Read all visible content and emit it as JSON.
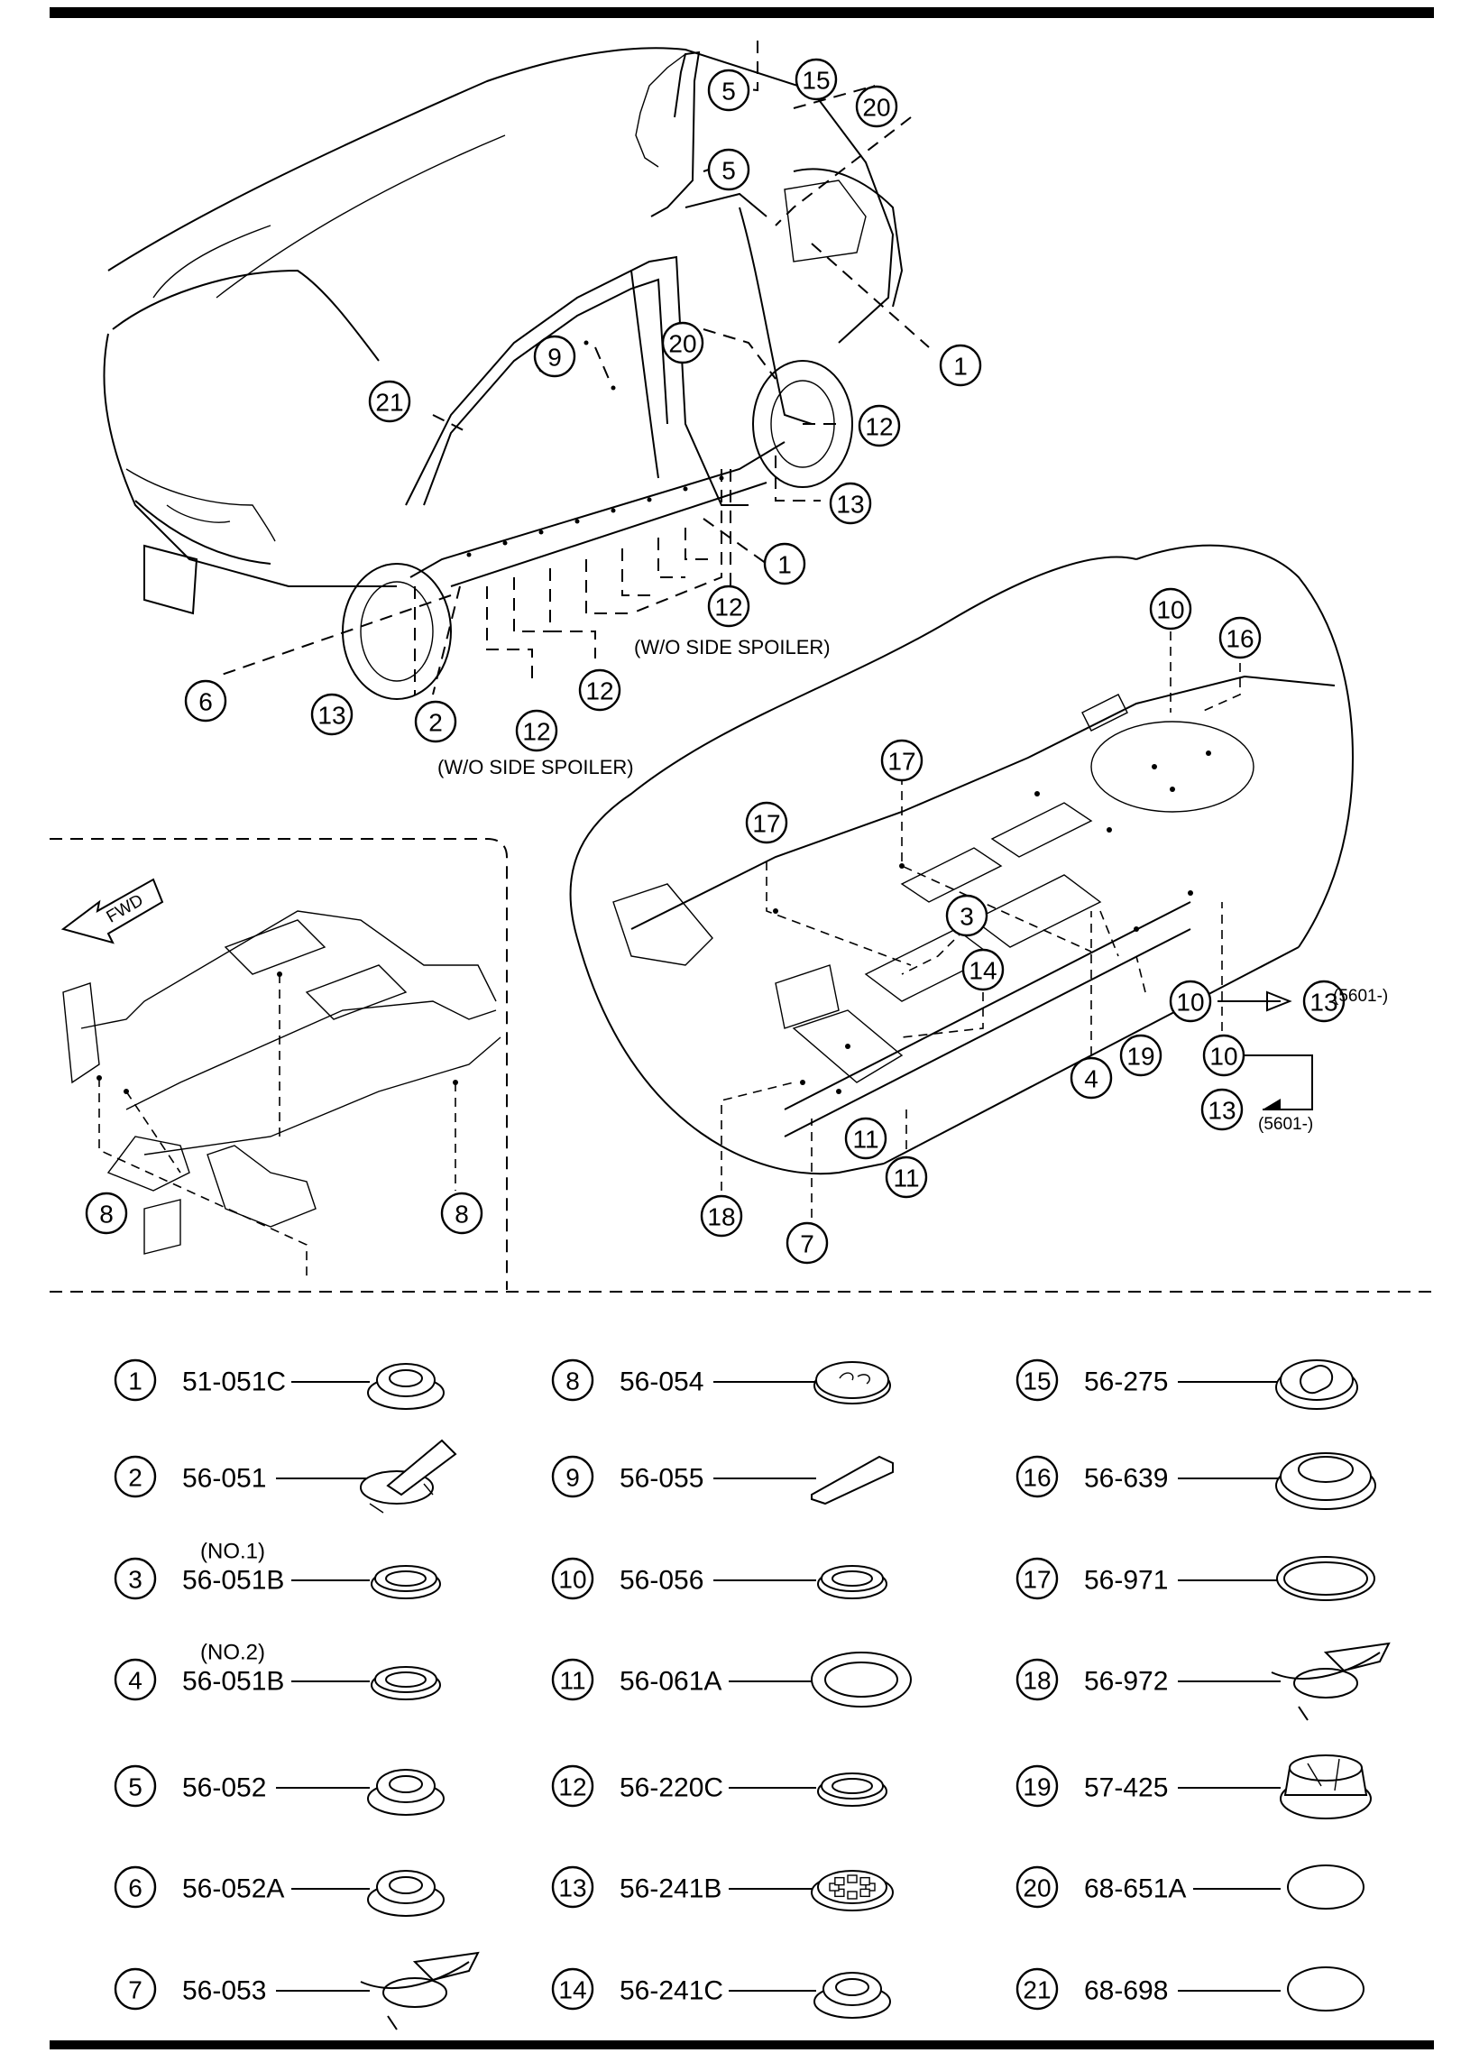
{
  "callouts": {
    "car": [
      {
        "no": "5"
      },
      {
        "no": "15"
      },
      {
        "no": "20"
      },
      {
        "no": "5"
      },
      {
        "no": "20"
      },
      {
        "no": "1"
      },
      {
        "no": "9"
      },
      {
        "no": "21"
      },
      {
        "no": "12"
      },
      {
        "no": "13"
      },
      {
        "no": "1"
      },
      {
        "no": "12"
      },
      {
        "no": "6"
      },
      {
        "no": "13"
      },
      {
        "no": "2"
      },
      {
        "no": "12"
      },
      {
        "no": "12"
      }
    ],
    "underbody": [
      {
        "no": "10"
      },
      {
        "no": "16"
      },
      {
        "no": "17"
      },
      {
        "no": "17"
      },
      {
        "no": "3"
      },
      {
        "no": "14"
      },
      {
        "no": "10"
      },
      {
        "no": "13"
      },
      {
        "no": "19"
      },
      {
        "no": "4"
      },
      {
        "no": "10"
      },
      {
        "no": "13"
      },
      {
        "no": "11"
      },
      {
        "no": "11"
      },
      {
        "no": "18"
      },
      {
        "no": "7"
      }
    ],
    "inset": [
      {
        "no": "8"
      },
      {
        "no": "8"
      }
    ]
  },
  "notes": {
    "wo_side_spoiler_1": "(W/O SIDE SPOILER)",
    "wo_side_spoiler_2": "(W/O SIDE SPOILER)",
    "serial_1": "(5601-)",
    "serial_2": "(5601-)",
    "fwd": "FWD"
  },
  "legend": [
    {
      "no": "1",
      "part": "51-051C",
      "prefix": "",
      "icon": "grommet-stepped-icon"
    },
    {
      "no": "2",
      "part": "56-051",
      "prefix": "",
      "icon": "plug-with-cable-icon"
    },
    {
      "no": "3",
      "part": "56-051B",
      "prefix": "(NO.1)",
      "icon": "ring-grommet-icon"
    },
    {
      "no": "4",
      "part": "56-051B",
      "prefix": "(NO.2)",
      "icon": "ring-grommet-icon"
    },
    {
      "no": "5",
      "part": "56-052",
      "prefix": "",
      "icon": "grommet-stepped-icon"
    },
    {
      "no": "6",
      "part": "56-052A",
      "prefix": "",
      "icon": "grommet-stepped-icon"
    },
    {
      "no": "7",
      "part": "56-053",
      "prefix": "",
      "icon": "cable-clip-icon"
    },
    {
      "no": "8",
      "part": "56-054",
      "prefix": "",
      "icon": "hooked-plug-icon"
    },
    {
      "no": "9",
      "part": "56-055",
      "prefix": "",
      "icon": "tape-patch-icon"
    },
    {
      "no": "10",
      "part": "56-056",
      "prefix": "",
      "icon": "ring-grommet-icon"
    },
    {
      "no": "11",
      "part": "56-061A",
      "prefix": "",
      "icon": "oval-plug-icon"
    },
    {
      "no": "12",
      "part": "56-220C",
      "prefix": "",
      "icon": "ring-grommet-icon"
    },
    {
      "no": "13",
      "part": "56-241B",
      "prefix": "",
      "icon": "toothed-plug-icon"
    },
    {
      "no": "14",
      "part": "56-241C",
      "prefix": "",
      "icon": "grommet-stepped-icon"
    },
    {
      "no": "15",
      "part": "56-275",
      "prefix": "",
      "icon": "oval-slot-plug-icon"
    },
    {
      "no": "16",
      "part": "56-639",
      "prefix": "",
      "icon": "dome-plug-icon"
    },
    {
      "no": "17",
      "part": "56-971",
      "prefix": "",
      "icon": "thin-ring-icon"
    },
    {
      "no": "18",
      "part": "56-972",
      "prefix": "",
      "icon": "cable-clip-icon"
    },
    {
      "no": "19",
      "part": "57-425",
      "prefix": "",
      "icon": "cap-block-icon"
    },
    {
      "no": "20",
      "part": "68-651A",
      "prefix": "",
      "icon": "oval-seal-icon"
    },
    {
      "no": "21",
      "part": "68-698",
      "prefix": "",
      "icon": "oval-seal-icon"
    }
  ]
}
